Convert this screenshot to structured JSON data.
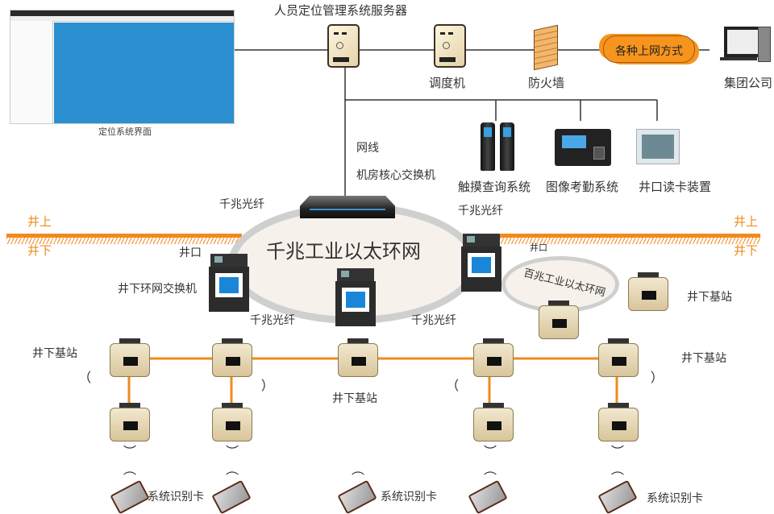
{
  "title": "人员定位管理系统网络拓扑图",
  "colors": {
    "fiber": "#f08a1c",
    "ground": "#f08a1c",
    "cloud": "#f7941d",
    "ring": "#cfcfcf"
  },
  "thumbnail": {
    "caption": "定位系统界面"
  },
  "top_labels": {
    "server": "人员定位管理系统服务器",
    "dispatcher": "调度机",
    "firewall": "防火墙",
    "internet": "各种上网方式",
    "group": "集团公司",
    "cable": "网线",
    "core_switch": "机房核心交换机",
    "kiosk": "触摸查询系统",
    "attendance": "图像考勤系统",
    "reader": "井口读卡装置"
  },
  "ground": {
    "above_left": "井上",
    "below_left": "井下",
    "above_right": "井上",
    "below_right": "井下"
  },
  "ring": {
    "gigabit_ring": "千兆工业以太环网",
    "hundred_ring": "百兆工业以太环网",
    "fiber_labels": [
      "千兆光纤",
      "千兆光纤",
      "千兆光纤",
      "千兆光纤"
    ],
    "wellhead_left": "井口",
    "wellhead_right": "井口",
    "ug_switch": "井下环网交换机"
  },
  "base_labels": [
    "井下基站",
    "井下基站",
    "井下基站",
    "井下基站"
  ],
  "card_labels": [
    "系统识别卡",
    "系统识别卡",
    "系统识别卡"
  ],
  "icons": {
    "wave_up": "︵",
    "wave_down": "︶"
  }
}
